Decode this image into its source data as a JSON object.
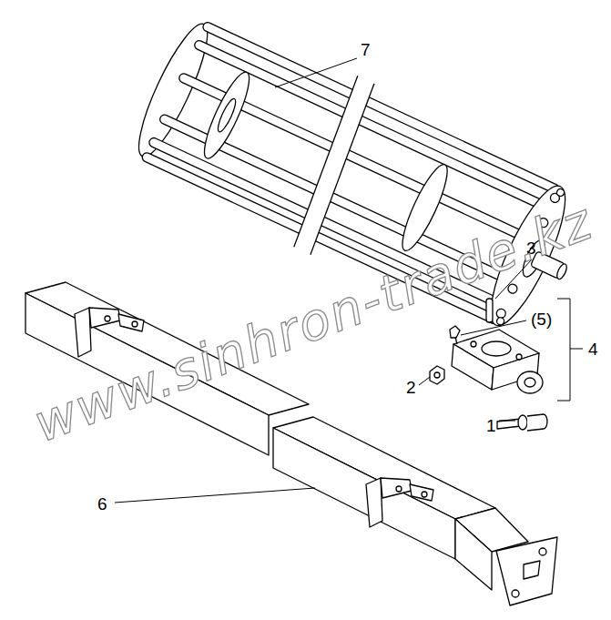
{
  "diagram": {
    "labels": [
      "7",
      "3",
      "(5)",
      "4",
      "2",
      "1",
      "6",
      "www.sinhron-trade.kz"
    ]
  }
}
